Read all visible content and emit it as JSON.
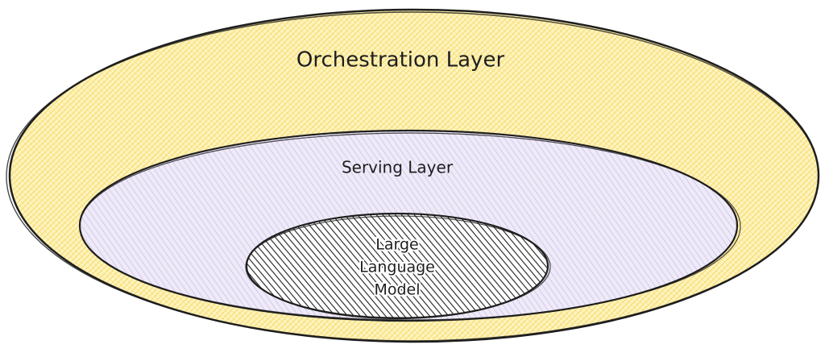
{
  "diagram": {
    "layers": [
      {
        "id": "orchestration",
        "label": "Orchestration Layer",
        "fill": "#fff3bf",
        "hatch": "#f2d860"
      },
      {
        "id": "serving",
        "label": "Serving Layer",
        "fill": "#ece6f7",
        "hatch": "#c9bce6"
      },
      {
        "id": "llm",
        "label_lines": [
          "Large",
          "Language",
          "Model"
        ],
        "fill": "#ffffff",
        "hatch": "#1e1e1e"
      }
    ],
    "colors": {
      "stroke": "#1e1e1e",
      "background": "#ffffff"
    }
  }
}
